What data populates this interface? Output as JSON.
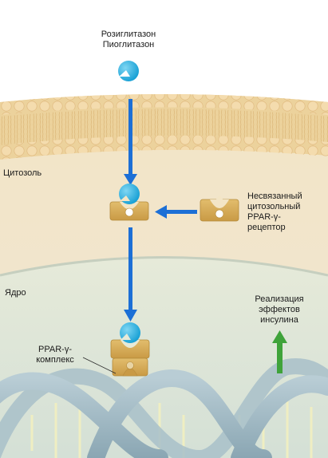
{
  "labels": {
    "drug_line1": "Розиглитазон",
    "drug_line2": "Пиоглитазон",
    "cytosol": "Цитозоль",
    "receptor_line1": "Несвязанный",
    "receptor_line2": "цитозольный",
    "receptor_line3": "PPAR-γ-",
    "receptor_line4": "рецептор",
    "nucleus": "Ядро",
    "effect_line1": "Реализация",
    "effect_line2": "эффектов",
    "effect_line3": "инсулина",
    "complex_line1": "PPAR-γ-",
    "complex_line2": "комплекс"
  },
  "colors": {
    "page_bg": "#ffffff",
    "membrane_head": "#f2d7a8",
    "membrane_tail": "#e9c98f",
    "cytosol": "#f3e7cf",
    "nucleus": "#dfe6d6",
    "dna_strand": "#9fb7c2",
    "receptor": "#d8ad58",
    "ligand": "#25aee0",
    "flow_arrow": "#1c6fd6",
    "effect_arrow": "#3fa33a"
  }
}
